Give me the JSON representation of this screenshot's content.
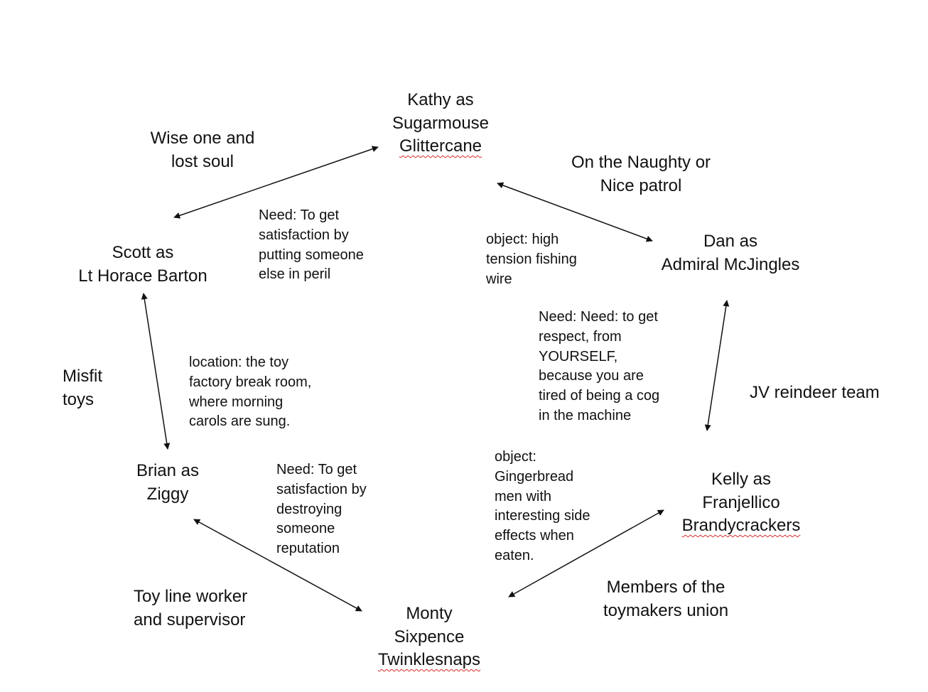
{
  "characters": {
    "kathy": {
      "lines": [
        "Kathy as",
        "Sugarmouse",
        "Glittercane"
      ],
      "flag_last": true
    },
    "dan": {
      "lines": [
        "Dan as",
        "Admiral McJingles"
      ],
      "flag_last": false
    },
    "kelly": {
      "lines": [
        "Kelly as",
        "Franjellico",
        "Brandycrackers"
      ],
      "flag_last": true
    },
    "monty": {
      "lines": [
        "Monty",
        "Sixpence",
        "Twinklesnaps"
      ],
      "flag_last": true
    },
    "brian": {
      "lines": [
        "Brian as",
        "Ziggy"
      ],
      "flag_last": false
    },
    "scott": {
      "lines": [
        "Scott as",
        "Lt Horace Barton"
      ],
      "flag_last": false
    }
  },
  "relationships": {
    "wise_one": {
      "lines": [
        "Wise one and",
        "lost soul"
      ]
    },
    "naughty_nice": {
      "lines": [
        "On the Naughty or",
        "Nice patrol"
      ]
    },
    "jv_reindeer": {
      "lines": [
        "JV reindeer team"
      ]
    },
    "toymakers_union": {
      "lines": [
        "Members of the",
        "toymakers union"
      ]
    },
    "toy_line": {
      "lines": [
        "Toy line worker",
        "and supervisor"
      ]
    },
    "misfit_toys": {
      "lines": [
        "Misfit",
        "toys"
      ]
    }
  },
  "notes": {
    "need_peril": {
      "lines": [
        "Need: To get",
        "satisfaction by",
        "putting someone",
        "else in peril"
      ]
    },
    "object_wire": {
      "lines": [
        "object: high",
        "tension fishing",
        "wire"
      ]
    },
    "need_respect": {
      "lines": [
        "Need: Need: to get",
        "respect, from",
        "YOURSELF,",
        "because you are",
        "tired of being a cog",
        "in the machine"
      ]
    },
    "location_break": {
      "lines": [
        "location: the toy",
        "factory break room,",
        "where morning",
        "carols are sung."
      ]
    },
    "need_reputation": {
      "lines": [
        "Need: To get",
        "satisfaction by",
        "destroying",
        "someone",
        "reputation"
      ]
    },
    "object_gingerbread": {
      "lines": [
        "object:",
        "Gingerbread",
        "men with",
        "interesting side",
        "effects when",
        "eaten."
      ]
    }
  },
  "colors": {
    "text": "#111111",
    "arrow": "#111111",
    "spellcheck_underline": "#d62a2a",
    "background": "#ffffff"
  }
}
